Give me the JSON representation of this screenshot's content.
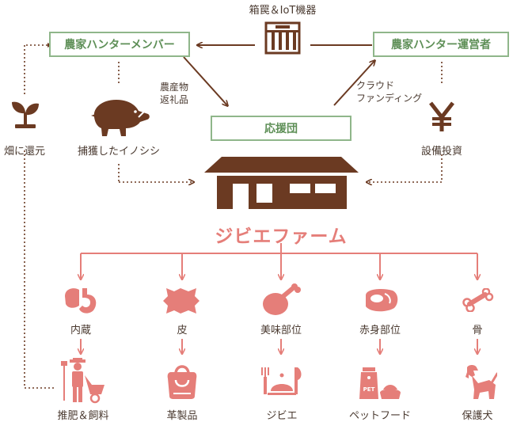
{
  "top_label": "箱罠＆IoT機器",
  "boxes": {
    "members": "農家ハンターメンバー",
    "operator": "農家ハンター運営者",
    "support": "応援団"
  },
  "notes": {
    "produce": [
      "農産物",
      "返礼品"
    ],
    "crowdfunding": [
      "クラウド",
      "ファンディング"
    ]
  },
  "side_items": {
    "field": "畑に還元",
    "boar": "捕獲したイノシシ",
    "invest": "設備投資"
  },
  "farm": "ジビエファーム",
  "categories": [
    {
      "name": "内蔵",
      "product": "推肥＆飼料"
    },
    {
      "name": "皮",
      "product": "革製品"
    },
    {
      "name": "美味部位",
      "product": "ジビエ"
    },
    {
      "name": "赤身部位",
      "product": "ペットフード"
    },
    {
      "name": "骨",
      "product": "保護犬"
    }
  ],
  "colors": {
    "brown": "#6b3a22",
    "green": "#8fb68a",
    "pink": "#e57e79",
    "text": "#4a3a30"
  },
  "pet_label": "PET"
}
